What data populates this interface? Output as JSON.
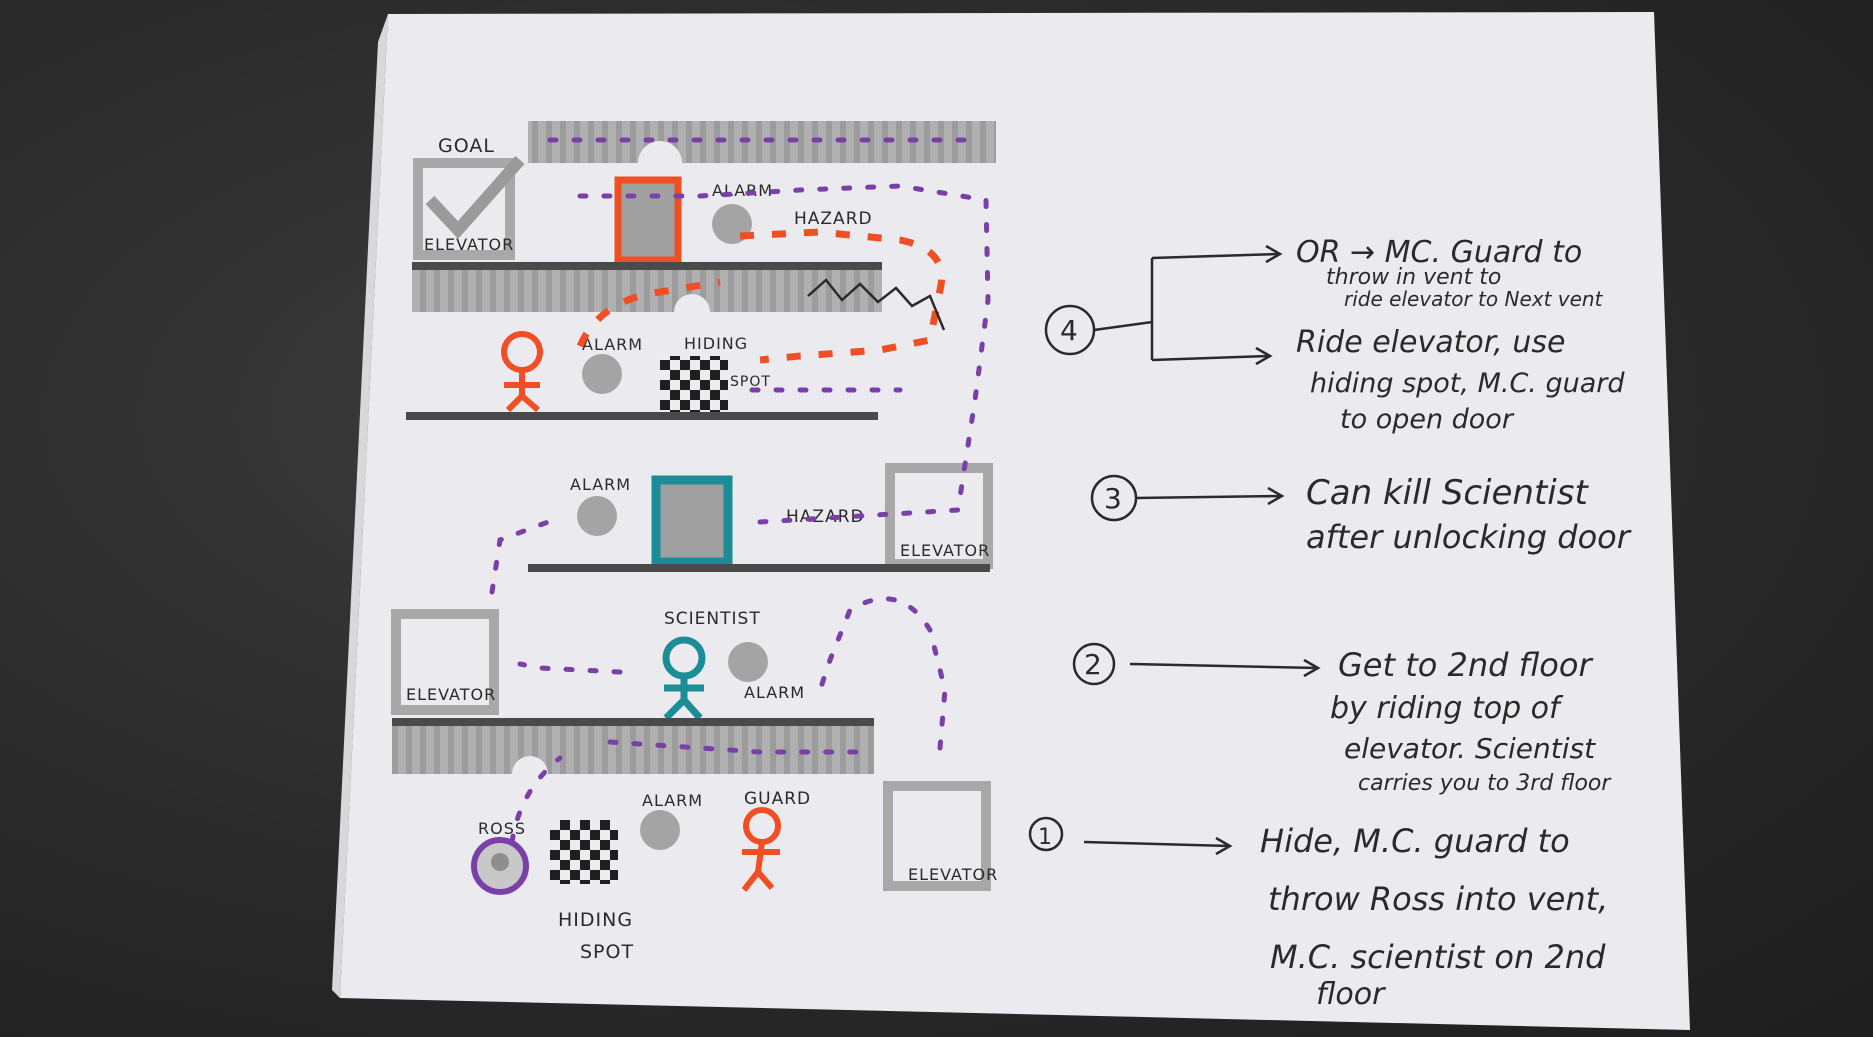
{
  "colors": {
    "paper": "#ebebef",
    "hazard_red": "#f04e23",
    "path_purple": "#7a3fa8",
    "scientist_teal": "#1a8d96",
    "floor_gray": "#a6a6a6"
  },
  "map": {
    "goal_label": "GOAL",
    "elevator_label": "ELEVATOR",
    "alarm_label": "ALARM",
    "hazard_label": "HAZARD",
    "hiding_label_line1": "HIDING",
    "hiding_label_spot": "SPOT",
    "scientist_label": "SCIENTIST",
    "guard_label": "GUARD",
    "ross_label": "ROSS"
  },
  "notes": [
    {
      "number": "1",
      "lines": [
        "Hide, M.C. guard to",
        "throw Ross into vent,",
        "M.C. scientist on 2nd",
        "floor"
      ]
    },
    {
      "number": "2",
      "lines": [
        "Get to 2nd floor",
        "by riding top of",
        "elevator. Scientist",
        "carries you to 3rd floor"
      ]
    },
    {
      "number": "3",
      "lines": [
        "Can kill Scientist",
        "after unlocking door"
      ]
    },
    {
      "number": "4",
      "option_a": [
        "OR → MC. Guard to",
        "throw in vent to",
        "ride elevator to Next vent"
      ],
      "option_b": [
        "Ride elevator, use",
        "hiding spot, M.C. guard",
        "to open door"
      ]
    }
  ]
}
